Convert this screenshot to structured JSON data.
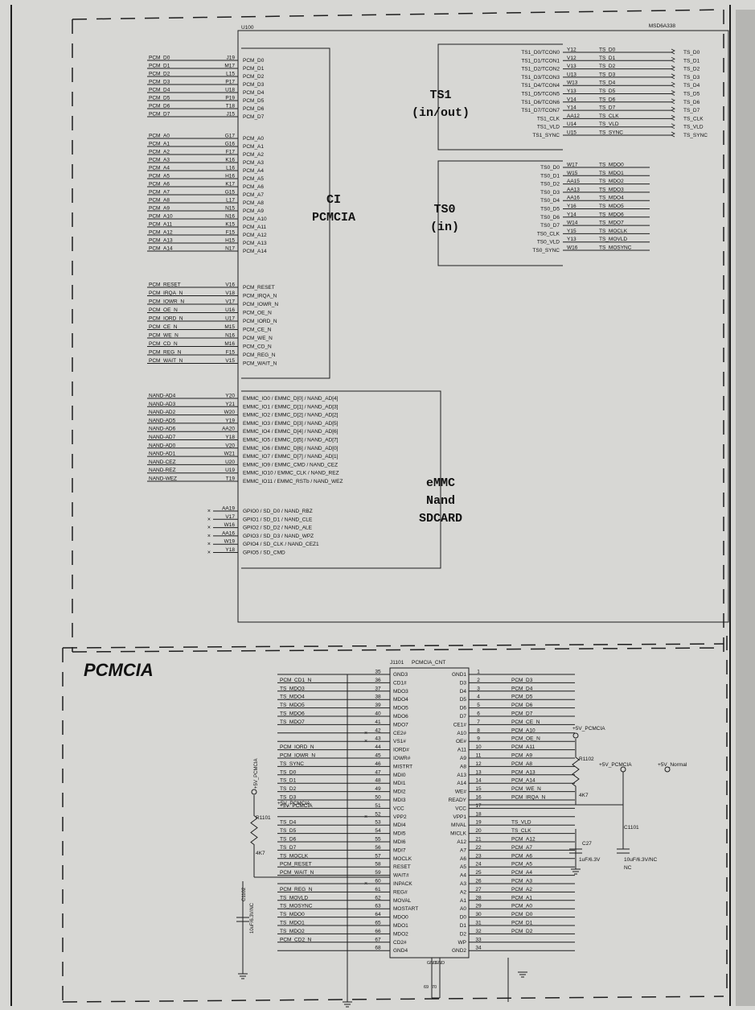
{
  "chip": {
    "refdes": "U100",
    "part": "MSD6A338"
  },
  "blocks": {
    "ci": {
      "line1": "CI",
      "line2": "PCMCIA"
    },
    "ts1": {
      "line1": "TS1",
      "line2": "(in/out)"
    },
    "ts0": {
      "line1": "TS0",
      "line2": "(in)"
    },
    "emmc": {
      "line1": "eMMC",
      "line2": "Nand",
      "line3": "SDCARD"
    }
  },
  "pcm_data": [
    {
      "net": "PCM_D0",
      "ball": "J19",
      "pin": "PCM_D0"
    },
    {
      "net": "PCM_D1",
      "ball": "M17",
      "pin": "PCM_D1"
    },
    {
      "net": "PCM_D2",
      "ball": "L15",
      "pin": "PCM_D2"
    },
    {
      "net": "PCM_D3",
      "ball": "P17",
      "pin": "PCM_D3"
    },
    {
      "net": "PCM_D4",
      "ball": "U18",
      "pin": "PCM_D4"
    },
    {
      "net": "PCM_D5",
      "ball": "P19",
      "pin": "PCM_D5"
    },
    {
      "net": "PCM_D6",
      "ball": "T18",
      "pin": "PCM_D6"
    },
    {
      "net": "PCM_D7",
      "ball": "J15",
      "pin": "PCM_D7"
    }
  ],
  "pcm_addr": [
    {
      "net": "PCM_A0",
      "ball": "G17",
      "pin": "PCM_A0"
    },
    {
      "net": "PCM_A1",
      "ball": "G16",
      "pin": "PCM_A1"
    },
    {
      "net": "PCM_A2",
      "ball": "F17",
      "pin": "PCM_A2"
    },
    {
      "net": "PCM_A3",
      "ball": "K16",
      "pin": "PCM_A3"
    },
    {
      "net": "PCM_A4",
      "ball": "L16",
      "pin": "PCM_A4"
    },
    {
      "net": "PCM_A5",
      "ball": "H16",
      "pin": "PCM_A5"
    },
    {
      "net": "PCM_A6",
      "ball": "K17",
      "pin": "PCM_A6"
    },
    {
      "net": "PCM_A7",
      "ball": "G15",
      "pin": "PCM_A7"
    },
    {
      "net": "PCM_A8",
      "ball": "L17",
      "pin": "PCM_A8"
    },
    {
      "net": "PCM_A9",
      "ball": "N15",
      "pin": "PCM_A9"
    },
    {
      "net": "PCM_A10",
      "ball": "N16",
      "pin": "PCM_A10"
    },
    {
      "net": "PCM_A11",
      "ball": "K15",
      "pin": "PCM_A11"
    },
    {
      "net": "PCM_A12",
      "ball": "F15",
      "pin": "PCM_A12"
    },
    {
      "net": "PCM_A13",
      "ball": "H15",
      "pin": "PCM_A13"
    },
    {
      "net": "PCM_A14",
      "ball": "N17",
      "pin": "PCM_A14"
    }
  ],
  "pcm_ctrl": [
    {
      "net": "PCM_RESET",
      "ball": "V16",
      "pin": "PCM_RESET"
    },
    {
      "net": "PCM_IRQA_N",
      "ball": "V18",
      "pin": "PCM_IRQA_N"
    },
    {
      "net": "PCM_IOWR_N",
      "ball": "V17",
      "pin": "PCM_IOWR_N"
    },
    {
      "net": "PCM_OE_N",
      "ball": "U16",
      "pin": "PCM_OE_N"
    },
    {
      "net": "PCM_IORD_N",
      "ball": "U17",
      "pin": "PCM_IORD_N"
    },
    {
      "net": "PCM_CE_N",
      "ball": "M15",
      "pin": "PCM_CE_N"
    },
    {
      "net": "PCM_WE_N",
      "ball": "N16",
      "pin": "PCM_WE_N"
    },
    {
      "net": "PCM_CD_N",
      "ball": "M16",
      "pin": "PCM_CD_N"
    },
    {
      "net": "PCM_REG_N",
      "ball": "F15",
      "pin": "PCM_REG_N"
    },
    {
      "net": "PCM_WAIT_N",
      "ball": "V15",
      "pin": "PCM_WAIT_N"
    }
  ],
  "ts1_pins": [
    {
      "pin": "TS1_D0/TCON0",
      "ball": "Y12",
      "net": "TS_D0",
      "out": "TS_D0"
    },
    {
      "pin": "TS1_D1/TCON1",
      "ball": "V12",
      "net": "TS_D1",
      "out": "TS_D1"
    },
    {
      "pin": "TS1_D2/TCON2",
      "ball": "V13",
      "net": "TS_D2",
      "out": "TS_D2"
    },
    {
      "pin": "TS1_D3/TCON3",
      "ball": "U13",
      "net": "TS_D3",
      "out": "TS_D3"
    },
    {
      "pin": "TS1_D4/TCON4",
      "ball": "W13",
      "net": "TS_D4",
      "out": "TS_D4"
    },
    {
      "pin": "TS1_D5/TCON5",
      "ball": "Y13",
      "net": "TS_D5",
      "out": "TS_D5"
    },
    {
      "pin": "TS1_D6/TCON6",
      "ball": "V14",
      "net": "TS_D6",
      "out": "TS_D6"
    },
    {
      "pin": "TS1_D7/TCON7",
      "ball": "Y14",
      "net": "TS_D7",
      "out": "TS_D7"
    },
    {
      "pin": "TS1_CLK",
      "ball": "AA12",
      "net": "TS_CLK",
      "out": "TS_CLK"
    },
    {
      "pin": "TS1_VLD",
      "ball": "U14",
      "net": "TS_VLD",
      "out": "TS_VLD"
    },
    {
      "pin": "TS1_SYNC",
      "ball": "U15",
      "net": "TS_SYNC",
      "out": "TS_SYNC"
    }
  ],
  "ts0_pins": [
    {
      "pin": "TS0_D0",
      "ball": "W17",
      "net": "TS_MDO0"
    },
    {
      "pin": "TS0_D1",
      "ball": "W15",
      "net": "TS_MDO1"
    },
    {
      "pin": "TS0_D2",
      "ball": "AA15",
      "net": "TS_MDO2"
    },
    {
      "pin": "TS0_D3",
      "ball": "AA13",
      "net": "TS_MDO3"
    },
    {
      "pin": "TS0_D4",
      "ball": "AA16",
      "net": "TS_MDO4"
    },
    {
      "pin": "TS0_D5",
      "ball": "Y16",
      "net": "TS_MDO5"
    },
    {
      "pin": "TS0_D6",
      "ball": "Y14",
      "net": "TS_MDO6"
    },
    {
      "pin": "TS0_D7",
      "ball": "W14",
      "net": "TS_MDO7"
    },
    {
      "pin": "TS0_CLK",
      "ball": "Y15",
      "net": "TS_MOCLK"
    },
    {
      "pin": "TS0_VLD",
      "ball": "Y13",
      "net": "TS_MOVLD"
    },
    {
      "pin": "TS0_SYNC",
      "ball": "W16",
      "net": "TS_MOSYNC"
    }
  ],
  "nand": [
    {
      "net": "NAND-AD4",
      "ball": "Y20",
      "pin": "EMMC_IO0 / EMMC_D[0] / NAND_AD[4]"
    },
    {
      "net": "NAND-AD3",
      "ball": "Y21",
      "pin": "EMMC_IO1 / EMMC_D[1] / NAND_AD[3]"
    },
    {
      "net": "NAND-AD2",
      "ball": "W20",
      "pin": "EMMC_IO2 / EMMC_D[2] / NAND_AD[2]"
    },
    {
      "net": "NAND-AD5",
      "ball": "Y19",
      "pin": "EMMC_IO3 / EMMC_D[3] / NAND_AD[5]"
    },
    {
      "net": "NAND-AD6",
      "ball": "AA20",
      "pin": "EMMC_IO4 / EMMC_D[4] / NAND_AD[6]"
    },
    {
      "net": "NAND-AD7",
      "ball": "Y18",
      "pin": "EMMC_IO5 / EMMC_D[5] / NAND_AD[7]"
    },
    {
      "net": "NAND-AD0",
      "ball": "V20",
      "pin": "EMMC_IO6 / EMMC_D[6] / NAND_AD[0]"
    },
    {
      "net": "NAND-AD1",
      "ball": "W21",
      "pin": "EMMC_IO7 / EMMC_D[7] / NAND_AD[1]"
    },
    {
      "net": "NAND-CEZ",
      "ball": "U20",
      "pin": "EMMC_IO9 / EMMC_CMD / NAND_CEZ"
    },
    {
      "net": "NAND-REZ",
      "ball": "U19",
      "pin": "EMMC_IO10 / EMMC_CLK / NAND_REZ"
    },
    {
      "net": "NAND-WEZ",
      "ball": "T19",
      "pin": "EMMC_IO11 / EMMC_RSTb / NAND_WEZ"
    }
  ],
  "gpio": [
    {
      "ball": "AA19",
      "pin": "GPIO0 / SD_D0 / NAND_RBZ"
    },
    {
      "ball": "V17",
      "pin": "GPIO1 / SD_D1 / NAND_CLE"
    },
    {
      "ball": "W16",
      "pin": "GPIO2 / SD_D2 / NAND_ALE"
    },
    {
      "ball": "AA16",
      "pin": "GPIO3 / SD_D3 / NAND_WPZ"
    },
    {
      "ball": "W19",
      "pin": "GPIO4 / SD_CLK / NAND_CEZ1"
    },
    {
      "ball": "Y18",
      "pin": "GPIO5 / SD_CMD"
    }
  ],
  "section_title": "PCMCIA",
  "connector": {
    "refdes": "J1101",
    "name": "PCMCIA_CNT",
    "left": [
      {
        "num": "35",
        "pin": "GND3",
        "net": ""
      },
      {
        "num": "36",
        "pin": "CD1#",
        "net": "PCM_CD1_N"
      },
      {
        "num": "37",
        "pin": "MDO3",
        "net": "TS_MDO3"
      },
      {
        "num": "38",
        "pin": "MDO4",
        "net": "TS_MDO4"
      },
      {
        "num": "39",
        "pin": "MDO5",
        "net": "TS_MDO5"
      },
      {
        "num": "40",
        "pin": "MDO6",
        "net": "TS_MDO6"
      },
      {
        "num": "41",
        "pin": "MDO7",
        "net": "TS_MDO7"
      },
      {
        "num": "42",
        "pin": "CE2#",
        "net": ""
      },
      {
        "num": "43",
        "pin": "VS1#",
        "net": ""
      },
      {
        "num": "44",
        "pin": "IORD#",
        "net": "PCM_IORD_N"
      },
      {
        "num": "45",
        "pin": "IOWR#",
        "net": "PCM_IOWR_N"
      },
      {
        "num": "46",
        "pin": "MISTRT",
        "net": "TS_SYNC"
      },
      {
        "num": "47",
        "pin": "MDI0",
        "net": "TS_D0"
      },
      {
        "num": "48",
        "pin": "MDI1",
        "net": "TS_D1"
      },
      {
        "num": "49",
        "pin": "MDI2",
        "net": "TS_D2"
      },
      {
        "num": "50",
        "pin": "MDI3",
        "net": "TS_D3"
      },
      {
        "num": "51",
        "pin": "VCC",
        "net": "+5V_PCMCIA"
      },
      {
        "num": "52",
        "pin": "VPP2",
        "net": ""
      },
      {
        "num": "53",
        "pin": "MDI4",
        "net": "TS_D4"
      },
      {
        "num": "54",
        "pin": "MDI5",
        "net": "TS_D5"
      },
      {
        "num": "55",
        "pin": "MDI6",
        "net": "TS_D6"
      },
      {
        "num": "56",
        "pin": "MDI7",
        "net": "TS_D7"
      },
      {
        "num": "57",
        "pin": "MOCLK",
        "net": "TS_MOCLK"
      },
      {
        "num": "58",
        "pin": "RESET",
        "net": "PCM_RESET"
      },
      {
        "num": "59",
        "pin": "WAIT#",
        "net": "PCM_WAIT_N"
      },
      {
        "num": "60",
        "pin": "INPACK",
        "net": ""
      },
      {
        "num": "61",
        "pin": "REG#",
        "net": "PCM_REG_N"
      },
      {
        "num": "62",
        "pin": "MOVAL",
        "net": "TS_MOVLD"
      },
      {
        "num": "63",
        "pin": "MOSTART",
        "net": "TS_MOSYNC"
      },
      {
        "num": "64",
        "pin": "MDO0",
        "net": "TS_MDO0"
      },
      {
        "num": "65",
        "pin": "MDO1",
        "net": "TS_MDO1"
      },
      {
        "num": "66",
        "pin": "MDO2",
        "net": "TS_MDO2"
      },
      {
        "num": "67",
        "pin": "CD2#",
        "net": "PCM_CD2_N"
      },
      {
        "num": "68",
        "pin": "GND4",
        "net": ""
      }
    ],
    "right": [
      {
        "num": "1",
        "pin": "GND1",
        "net": ""
      },
      {
        "num": "2",
        "pin": "D3",
        "net": "PCM_D3"
      },
      {
        "num": "3",
        "pin": "D4",
        "net": "PCM_D4"
      },
      {
        "num": "4",
        "pin": "D5",
        "net": "PCM_D5"
      },
      {
        "num": "5",
        "pin": "D6",
        "net": "PCM_D6"
      },
      {
        "num": "6",
        "pin": "D7",
        "net": "PCM_D7"
      },
      {
        "num": "7",
        "pin": "CE1#",
        "net": "PCM_CE_N"
      },
      {
        "num": "8",
        "pin": "A10",
        "net": "PCM_A10"
      },
      {
        "num": "9",
        "pin": "OE#",
        "net": "PCM_OE_N"
      },
      {
        "num": "10",
        "pin": "A11",
        "net": "PCM_A11"
      },
      {
        "num": "11",
        "pin": "A9",
        "net": "PCM_A9"
      },
      {
        "num": "12",
        "pin": "A8",
        "net": "PCM_A8"
      },
      {
        "num": "13",
        "pin": "A13",
        "net": "PCM_A13"
      },
      {
        "num": "14",
        "pin": "A14",
        "net": "PCM_A14"
      },
      {
        "num": "15",
        "pin": "WE#",
        "net": "PCM_WE_N"
      },
      {
        "num": "16",
        "pin": "READY",
        "net": "PCM_IRQA_N"
      },
      {
        "num": "17",
        "pin": "VCC",
        "net": ""
      },
      {
        "num": "18",
        "pin": "VPP1",
        "net": ""
      },
      {
        "num": "19",
        "pin": "MIVAL",
        "net": "TS_VLD"
      },
      {
        "num": "20",
        "pin": "MICLK",
        "net": "TS_CLK"
      },
      {
        "num": "21",
        "pin": "A12",
        "net": "PCM_A12"
      },
      {
        "num": "22",
        "pin": "A7",
        "net": "PCM_A7"
      },
      {
        "num": "23",
        "pin": "A6",
        "net": "PCM_A6"
      },
      {
        "num": "24",
        "pin": "A5",
        "net": "PCM_A5"
      },
      {
        "num": "25",
        "pin": "A4",
        "net": "PCM_A4"
      },
      {
        "num": "26",
        "pin": "A3",
        "net": "PCM_A3"
      },
      {
        "num": "27",
        "pin": "A2",
        "net": "PCM_A2"
      },
      {
        "num": "28",
        "pin": "A1",
        "net": "PCM_A1"
      },
      {
        "num": "29",
        "pin": "A0",
        "net": "PCM_A0"
      },
      {
        "num": "30",
        "pin": "D0",
        "net": "PCM_D0"
      },
      {
        "num": "31",
        "pin": "D1",
        "net": "PCM_D1"
      },
      {
        "num": "32",
        "pin": "D2",
        "net": "PCM_D2"
      },
      {
        "num": "33",
        "pin": "WP",
        "net": ""
      },
      {
        "num": "34",
        "pin": "GND2",
        "net": ""
      }
    ],
    "bottom_pins": [
      "GND",
      "GND"
    ],
    "bottom_nums": [
      "69",
      "70"
    ]
  },
  "passives": {
    "r1102": {
      "ref": "R1102",
      "val": "4K7",
      "rail": "+5V_PCMCIA"
    },
    "r1101": {
      "ref": "R1101",
      "val": "4K7",
      "rail": "+5V_PCMCIA"
    },
    "c27": {
      "ref": "C27",
      "val": "1uF/6.3V"
    },
    "c1101": {
      "ref": "C1101",
      "val": "10uF/6.3V/NC",
      "nc": "NC"
    },
    "c1102": {
      "ref": "C1102",
      "val": "10uF/6.3V/NC"
    },
    "rail_pcmcia": "+5V_PCMCIA",
    "rail_normal": "+5V_Normal"
  }
}
